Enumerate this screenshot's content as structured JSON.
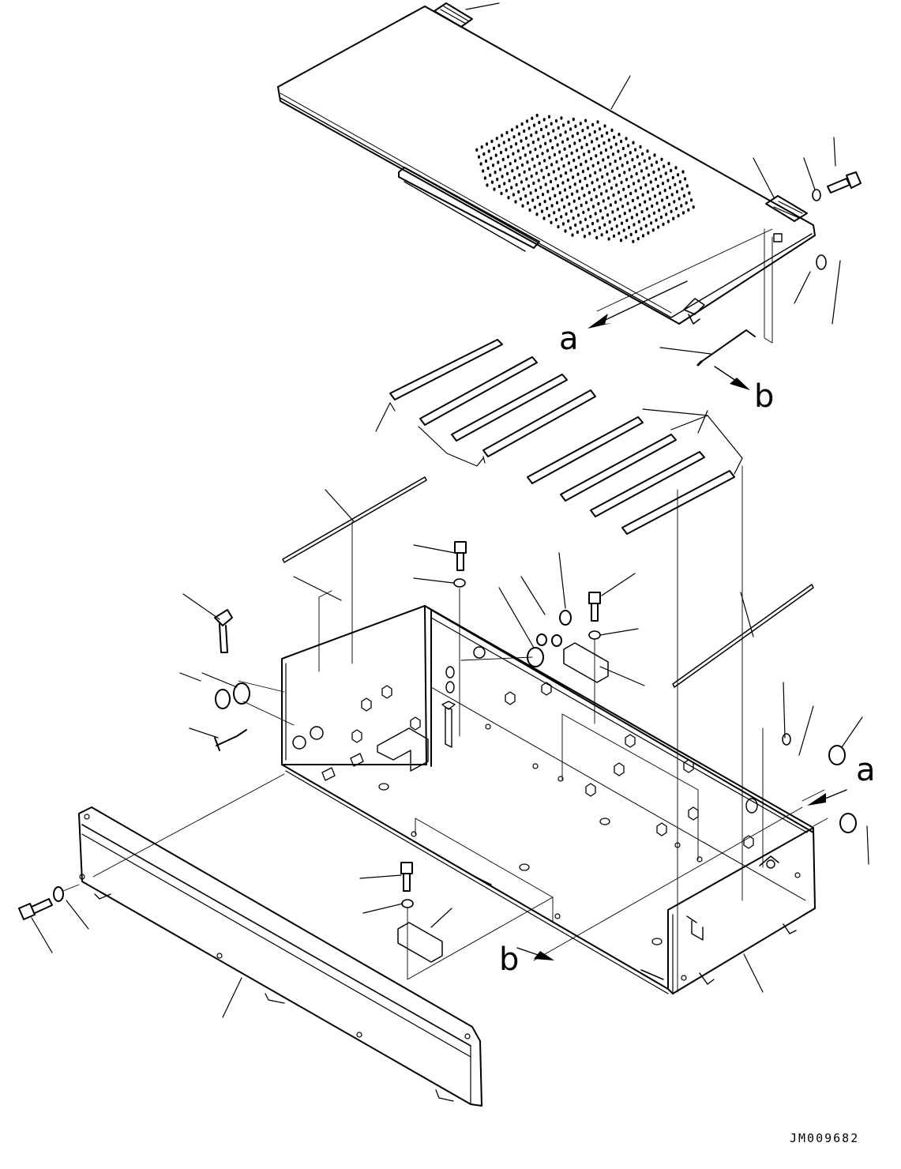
{
  "diagram": {
    "ink_color": "#000000",
    "background_color": "#ffffff",
    "reference_marks": {
      "a_top": "a",
      "b_top": "b",
      "a_right": "a",
      "b_bottom": "b"
    },
    "drawing_number": "JM009682"
  }
}
